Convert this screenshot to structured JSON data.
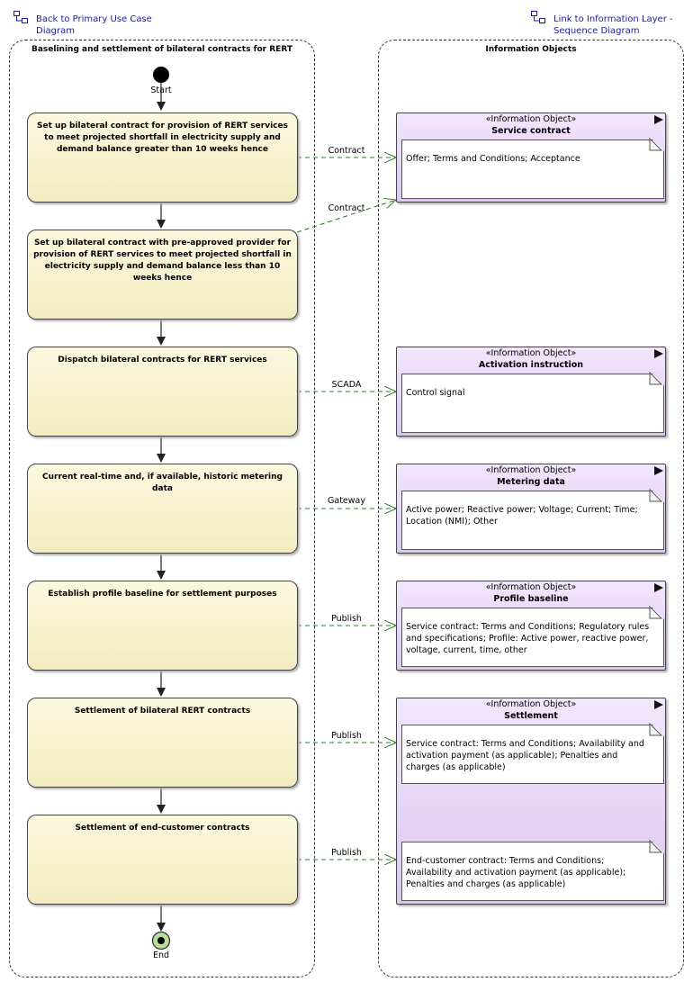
{
  "links": {
    "primary": "Back to Primary Use Case Diagram",
    "primary_line1": "Back to Primary Use Case",
    "primary_line2": "Diagram",
    "info_line1": "Link to Information Layer -",
    "info_line2": "Sequence Diagram"
  },
  "lanes": {
    "left_title": "Baselining and settlement of bilateral contracts for RERT",
    "right_title": "Information Objects"
  },
  "start_label": "Start",
  "end_label": "End",
  "activities": [
    {
      "text": "Set up bilateral contract for provision of RERT services to meet projected shortfall in electricity supply and demand balance greater than 10 weeks hence"
    },
    {
      "text": "Set up bilateral contract with pre-approved provider for provision of RERT services to meet projected shortfall in electricity supply and demand balance less than 10 weeks hence"
    },
    {
      "text": "Dispatch bilateral contracts for RERT services"
    },
    {
      "text": "Current real-time and, if available, historic metering data"
    },
    {
      "text": "Establish profile baseline for settlement purposes"
    },
    {
      "text": "Settlement of bilateral RERT contracts"
    },
    {
      "text": "Settlement of end-customer contracts"
    }
  ],
  "flows": [
    "Contract",
    "Contract",
    "SCADA",
    "Gateway",
    "Publish",
    "Publish",
    "Publish"
  ],
  "objects": [
    {
      "stereotype": "«Information Object»",
      "name": "Service contract",
      "notes": [
        "Offer; Terms and Conditions; Acceptance"
      ]
    },
    {
      "stereotype": "«Information Object»",
      "name": "Activation instruction",
      "notes": [
        "Control signal"
      ]
    },
    {
      "stereotype": "«Information Object»",
      "name": "Metering data",
      "notes": [
        "Active power; Reactive power; Voltage; Current; Time; Location (NMI); Other"
      ]
    },
    {
      "stereotype": "«Information Object»",
      "name": "Profile baseline",
      "notes": [
        "Service contract: Terms and Conditions; Regulatory rules and specifications; Profile: Active power, reactive power, voltage, current, time, other"
      ]
    },
    {
      "stereotype": "«Information Object»",
      "name": "Settlement",
      "notes": [
        "Service contract: Terms and Conditions; Availability and activation payment (as applicable); Penalties and charges (as applicable)",
        "End-customer contract: Terms and Conditions; Availability and activation payment (as applicable); Penalties and charges (as applicable)"
      ]
    }
  ],
  "colors": {
    "flow_line": "#2e7d2e",
    "activity_fill": "#f6f0c8",
    "object_fill": "#e6d3f7",
    "end_fill": "#b9dd9a"
  }
}
